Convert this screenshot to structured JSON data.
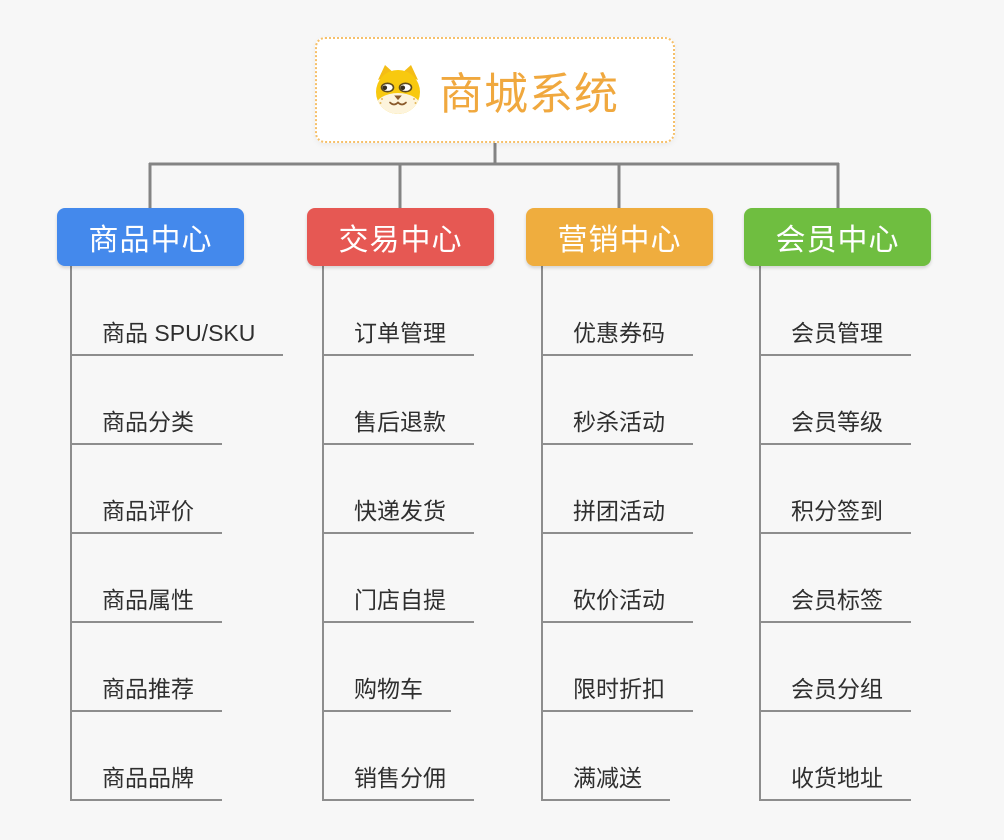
{
  "page": {
    "background_color": "#f7f7f7",
    "connector_color": "#848484",
    "trunk_color": "#8d8d8d",
    "leaf_text_color": "#2f2f2f"
  },
  "root": {
    "title": "商城系统",
    "icon": "dog-face-icon",
    "text_color": "#f0a83e",
    "border_color": "#f6c06a",
    "background_color": "#ffffff"
  },
  "branches": [
    {
      "label": "商品中心",
      "color": "#4489ec",
      "items": [
        "商品 SPU/SKU",
        "商品分类",
        "商品评价",
        "商品属性",
        "商品推荐",
        "商品品牌"
      ]
    },
    {
      "label": "交易中心",
      "color": "#e65853",
      "items": [
        "订单管理",
        "售后退款",
        "快递发货",
        "门店自提",
        "购物车",
        "销售分佣"
      ]
    },
    {
      "label": "营销中心",
      "color": "#efad3e",
      "items": [
        "优惠券码",
        "秒杀活动",
        "拼团活动",
        "砍价活动",
        "限时折扣",
        "满减送"
      ]
    },
    {
      "label": "会员中心",
      "color": "#6fbe40",
      "items": [
        "会员管理",
        "会员等级",
        "积分签到",
        "会员标签",
        "会员分组",
        "收货地址"
      ]
    }
  ]
}
